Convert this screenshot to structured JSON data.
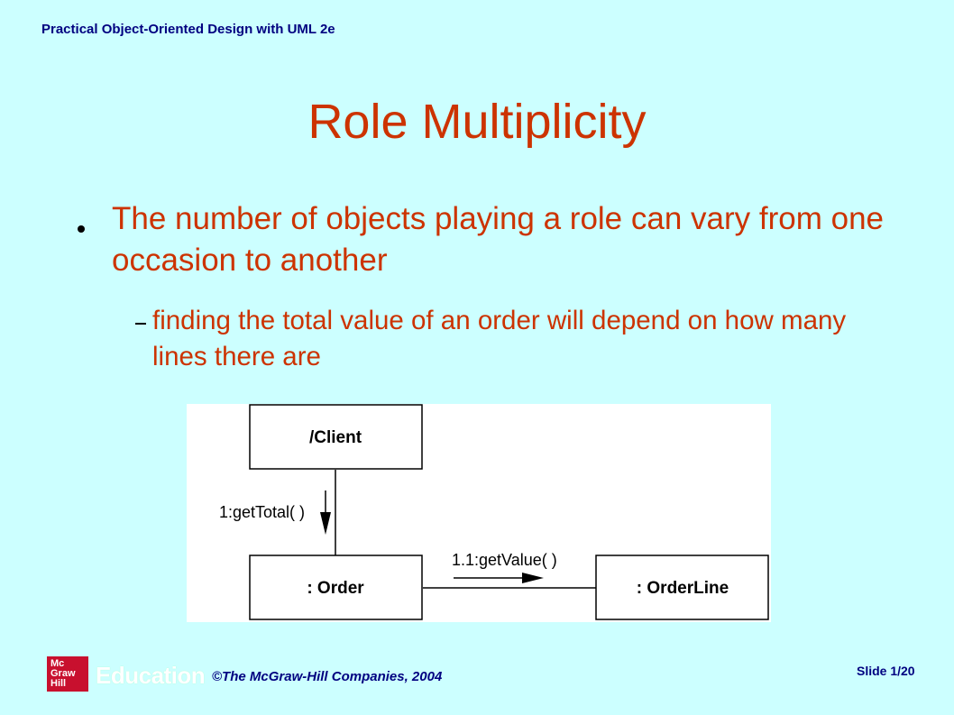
{
  "header": {
    "course": "Practical Object-Oriented Design with UML 2e"
  },
  "slide": {
    "title": "Role Multiplicity",
    "bullet": "The number of objects playing a role can vary from one occasion to another",
    "sub_bullet": "finding the total value of an order will depend on how many lines there are"
  },
  "diagram": {
    "objects": {
      "client": "/Client",
      "order": ": Order",
      "orderline": ": OrderLine"
    },
    "messages": {
      "get_total": "1:getTotal( )",
      "get_value": "1.1:getValue( )"
    }
  },
  "footer": {
    "logo_text": "Mc\nGraw\nHill",
    "logo_word": "Education",
    "copyright": "©The McGraw-Hill Companies, 2004",
    "slide_number": "Slide 1/20"
  }
}
